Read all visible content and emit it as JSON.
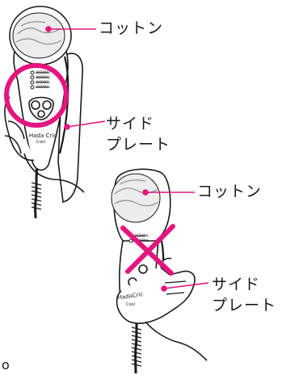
{
  "figure_1": {
    "label_cotton": "コットン",
    "label_side_plate_line1": "サイド",
    "label_side_plate_line2": "プレート",
    "status_lines": [
      "NORMAL",
      "NORMAL",
      "NORMAL",
      "NORMAL"
    ],
    "brand_line1": "Hada Cric",
    "brand_line2": "Cool",
    "verdict": "correct"
  },
  "figure_2": {
    "label_cotton": "コットン",
    "label_side_plate_line1": "サイド",
    "label_side_plate_line2": "プレート",
    "status_lines": [
      "NORMAL",
      "NORMAL"
    ],
    "brand_line1": "HadaCric",
    "brand_line2": "Cool",
    "verdict": "incorrect"
  },
  "colors": {
    "accent": "#e4157f",
    "outline": "#1a1a1a",
    "fill": "#ffffff"
  },
  "footer_fragment": "o"
}
